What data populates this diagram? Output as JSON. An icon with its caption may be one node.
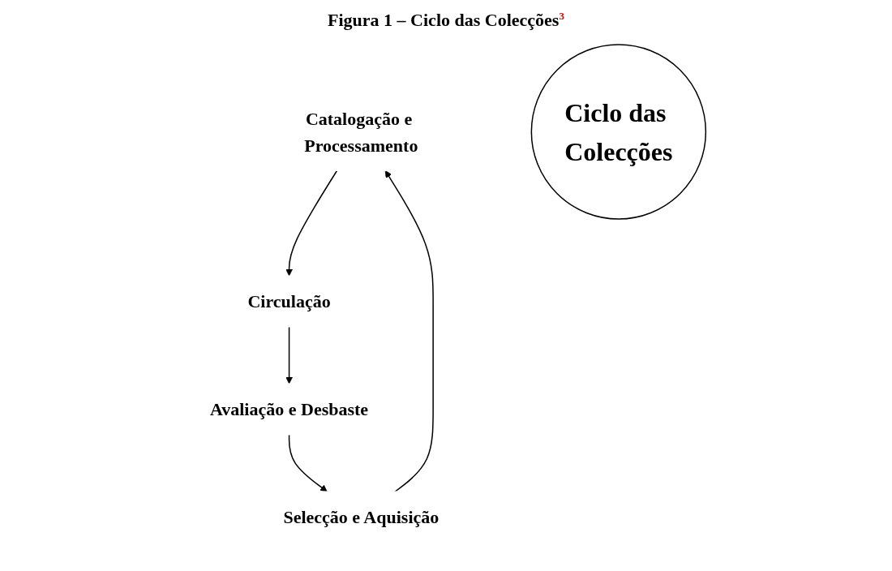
{
  "diagram": {
    "title": "Figura 1 – Ciclo das Colecções$^{3}$",
    "nodes": [
      {
        "text": [
          "Catalogação e Processamento"
        ]
      },
      {
        "text": [
          "Selecção e Aquisição"
        ]
      },
      {
        "text": [
          "Ciclo das Colecções"
        ]
      },
      {
        "text": [
          "Circulação"
        ]
      },
      {
        "text": [
          "Avaliação e Desbaste"
        ]
      }
    ],
    "edges": [
      {
        "from": 1,
        "to": 0,
        "arrow": "to"
      },
      {
        "from": 0,
        "to": 3,
        "arrow": "to"
      },
      {
        "from": 3,
        "to": 4,
        "arrow": "to"
      },
      {
        "from": 4,
        "to": 1,
        "arrow": "to"
      }
    ]
  }
}
